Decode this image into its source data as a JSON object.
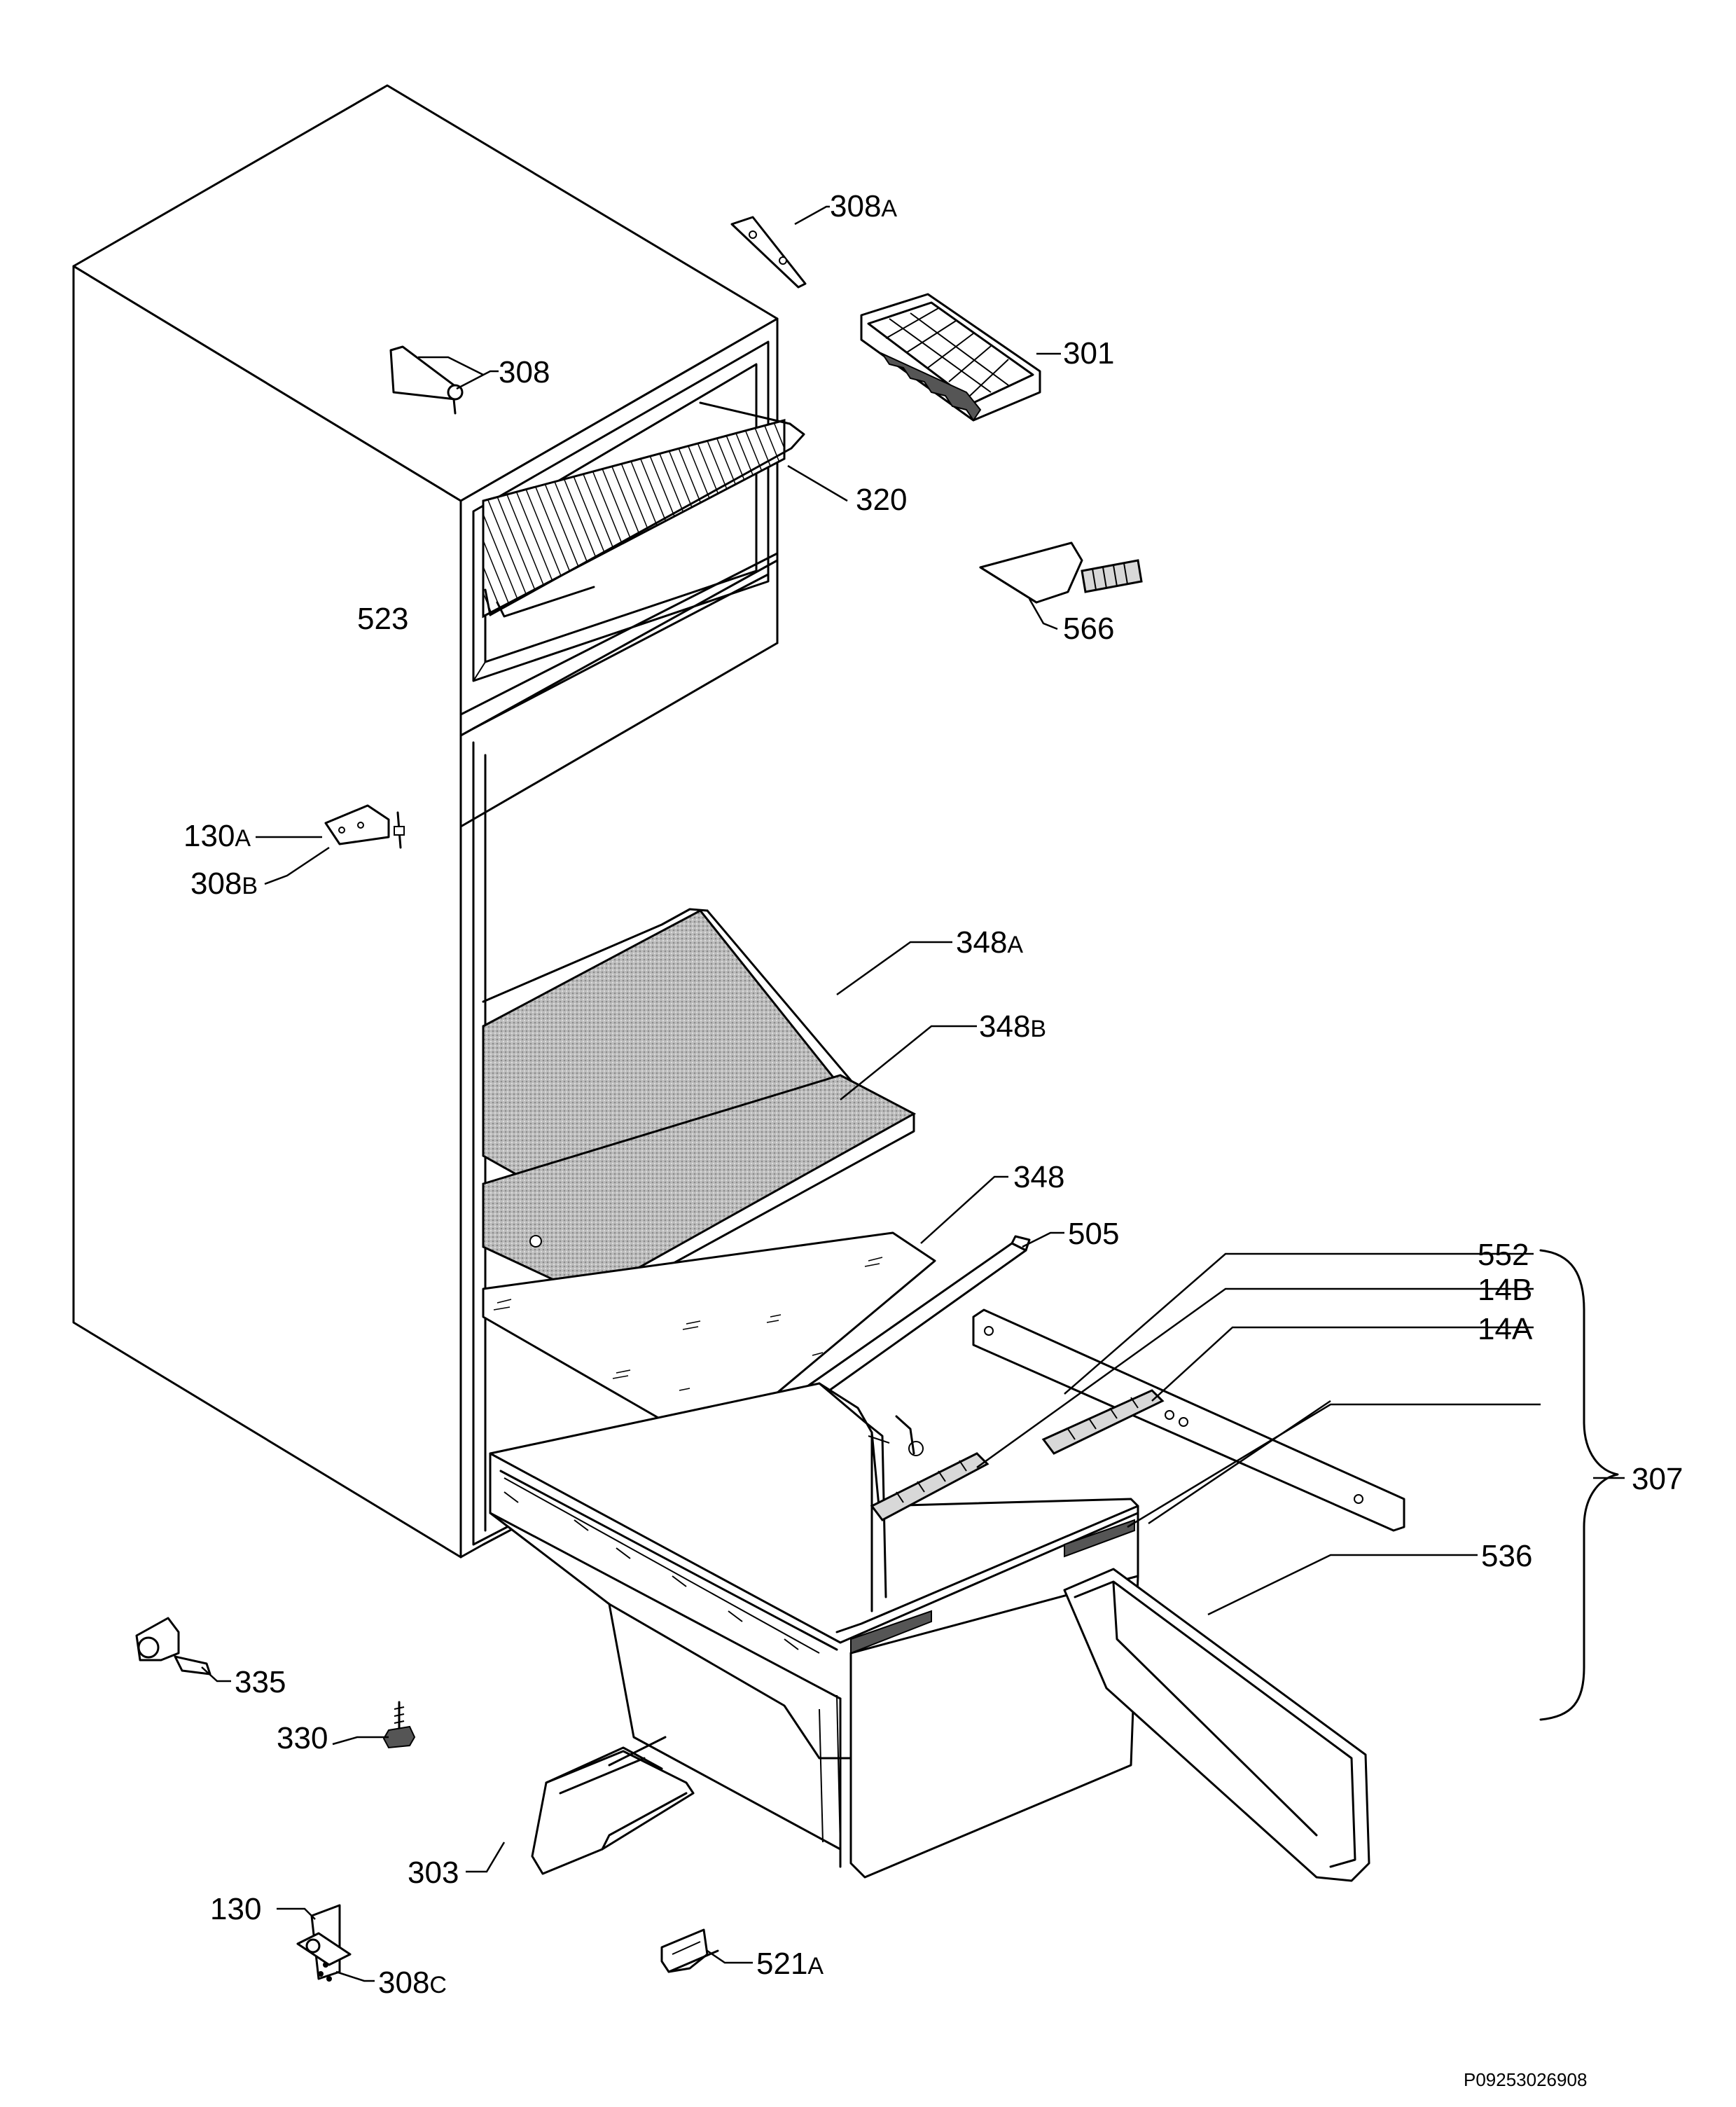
{
  "labels": {
    "p308a": {
      "num": "308",
      "suf": "A"
    },
    "p308": {
      "num": "308",
      "suf": ""
    },
    "p301": {
      "num": "301",
      "suf": ""
    },
    "p320": {
      "num": "320",
      "suf": ""
    },
    "p523": {
      "num": "523",
      "suf": ""
    },
    "p566": {
      "num": "566",
      "suf": ""
    },
    "p130a": {
      "num": "130",
      "suf": "A"
    },
    "p308b": {
      "num": "308",
      "suf": "B"
    },
    "p348a": {
      "num": "348",
      "suf": "A"
    },
    "p348b": {
      "num": "348",
      "suf": "B"
    },
    "p348": {
      "num": "348",
      "suf": ""
    },
    "p505": {
      "num": "505",
      "suf": ""
    },
    "p552": {
      "num": "552",
      "suf": ""
    },
    "p14b": {
      "num": "14B",
      "suf": ""
    },
    "p14a": {
      "num": "14A",
      "suf": ""
    },
    "p307": {
      "num": "307",
      "suf": ""
    },
    "p536": {
      "num": "536",
      "suf": ""
    },
    "p335": {
      "num": "335",
      "suf": ""
    },
    "p330": {
      "num": "330",
      "suf": ""
    },
    "p303": {
      "num": "303",
      "suf": ""
    },
    "p130": {
      "num": "130",
      "suf": ""
    },
    "p308c": {
      "num": "308",
      "suf": "C"
    },
    "p521a": {
      "num": "521",
      "suf": "A"
    }
  },
  "reference_code": "P09253026908"
}
